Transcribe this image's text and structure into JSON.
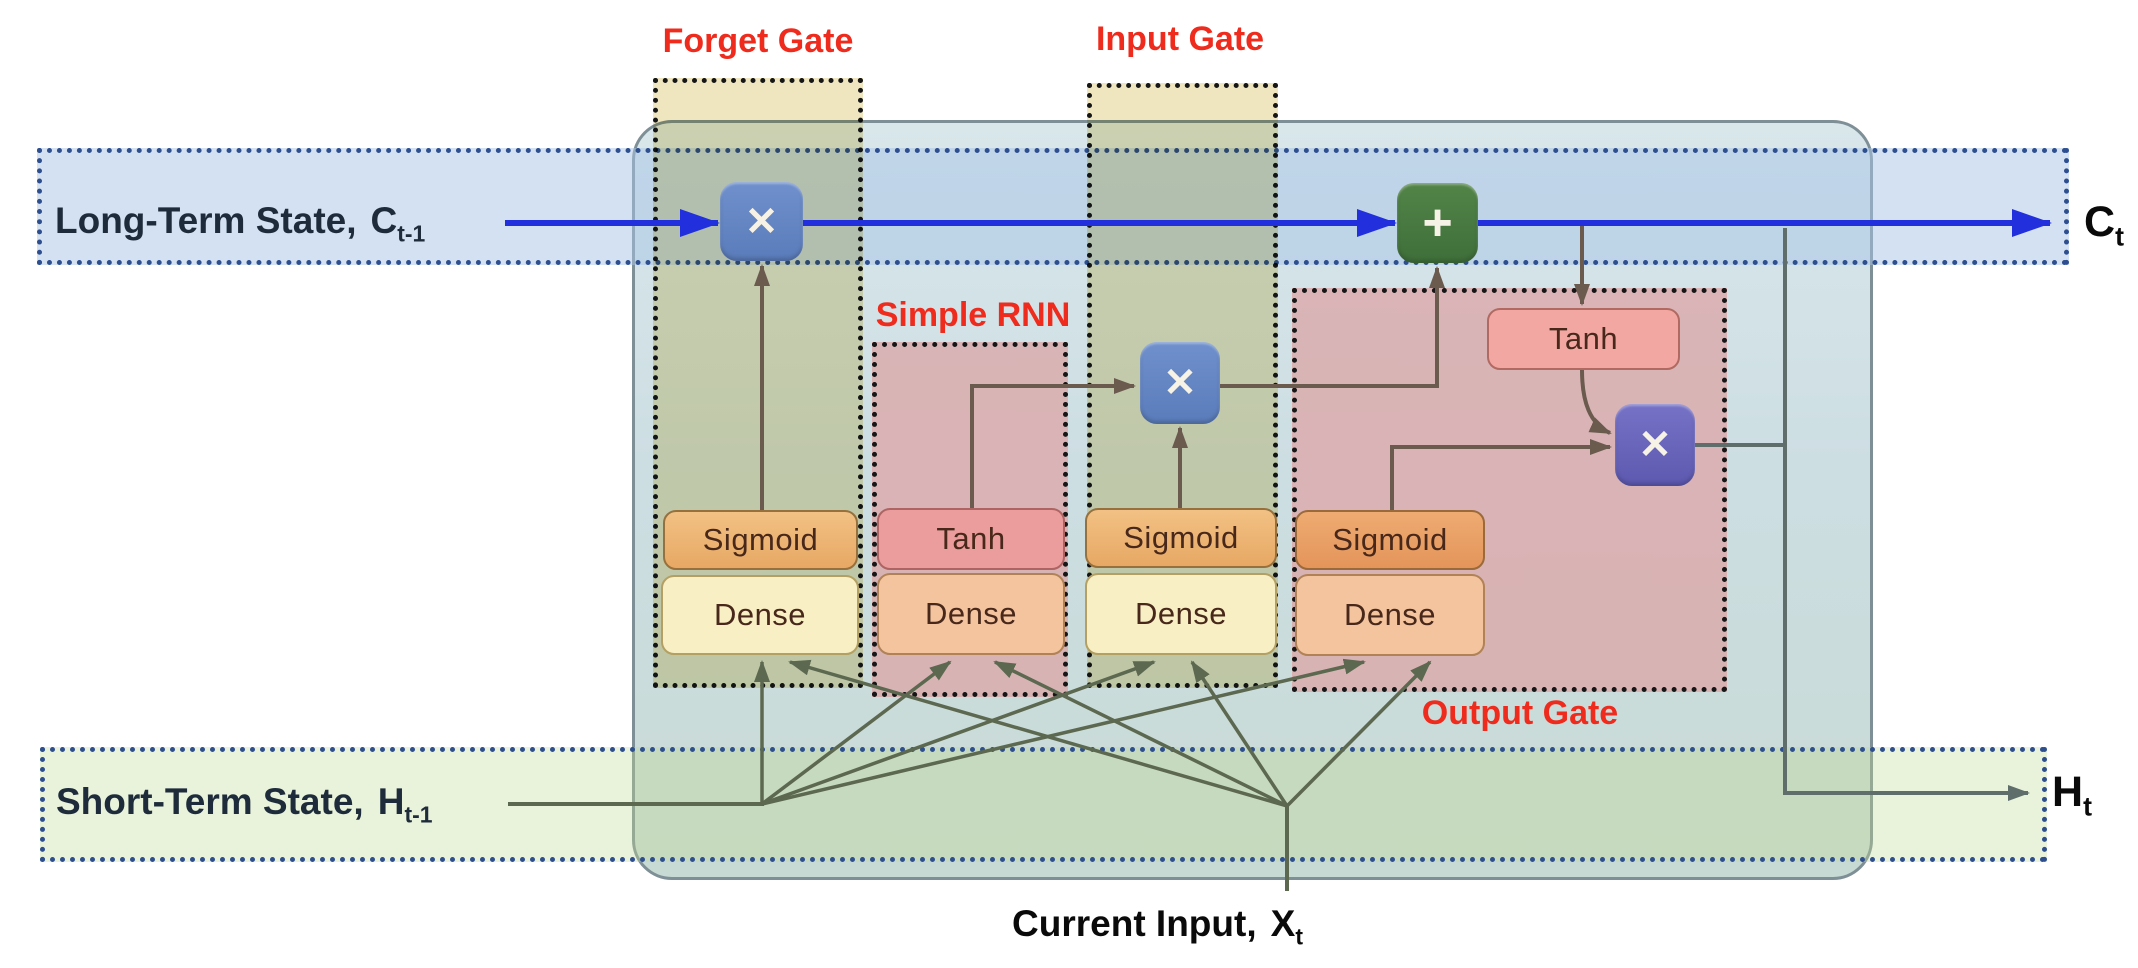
{
  "labels": {
    "forget_gate": "Forget Gate",
    "input_gate": "Input Gate",
    "simple_rnn": "Simple RNN",
    "output_gate": "Output Gate"
  },
  "bands": {
    "long_term": {
      "text": "Long-Term State,",
      "var": "C",
      "sub": "t-1"
    },
    "short_term": {
      "text": "Short-Term State,",
      "var": "H",
      "sub": "t-1"
    }
  },
  "io": {
    "current_input": {
      "text": "Current Input,",
      "var": "X",
      "sub": "t"
    },
    "cell_state_out": {
      "var": "C",
      "sub": "t"
    },
    "hidden_state_out": {
      "var": "H",
      "sub": "t"
    }
  },
  "nodes": {
    "forget": {
      "activation": "Sigmoid",
      "layer": "Dense"
    },
    "rnn": {
      "activation": "Tanh",
      "layer": "Dense"
    },
    "input": {
      "activation": "Sigmoid",
      "layer": "Dense"
    },
    "output": {
      "activation": "Sigmoid",
      "layer": "Dense",
      "tanh": "Tanh"
    }
  },
  "operators": {
    "multiply": "✕",
    "add": "+"
  },
  "colors": {
    "gate_label_red": "#ee2b1c",
    "cell_state_blue": "#2130dc",
    "band_border_navy": "#2e4f8f",
    "multiply_blue": "#5a7cba",
    "multiply_purple": "#5d59b0",
    "add_green": "#3f6f3a",
    "cell_fill": "#cddee3",
    "long_term_band_fill": "#d3e0f2",
    "short_term_band_fill": "#e9f2da",
    "gate_column_fill": "#efe6c0",
    "gate_region_mauve": "#d4b4b4",
    "sigmoid_fill": "#e7a864",
    "dense_yellow_fill": "#f8efc5",
    "dense_peach_fill": "#f4c49f",
    "tanh_pink_fill": "#eb9c9c"
  }
}
